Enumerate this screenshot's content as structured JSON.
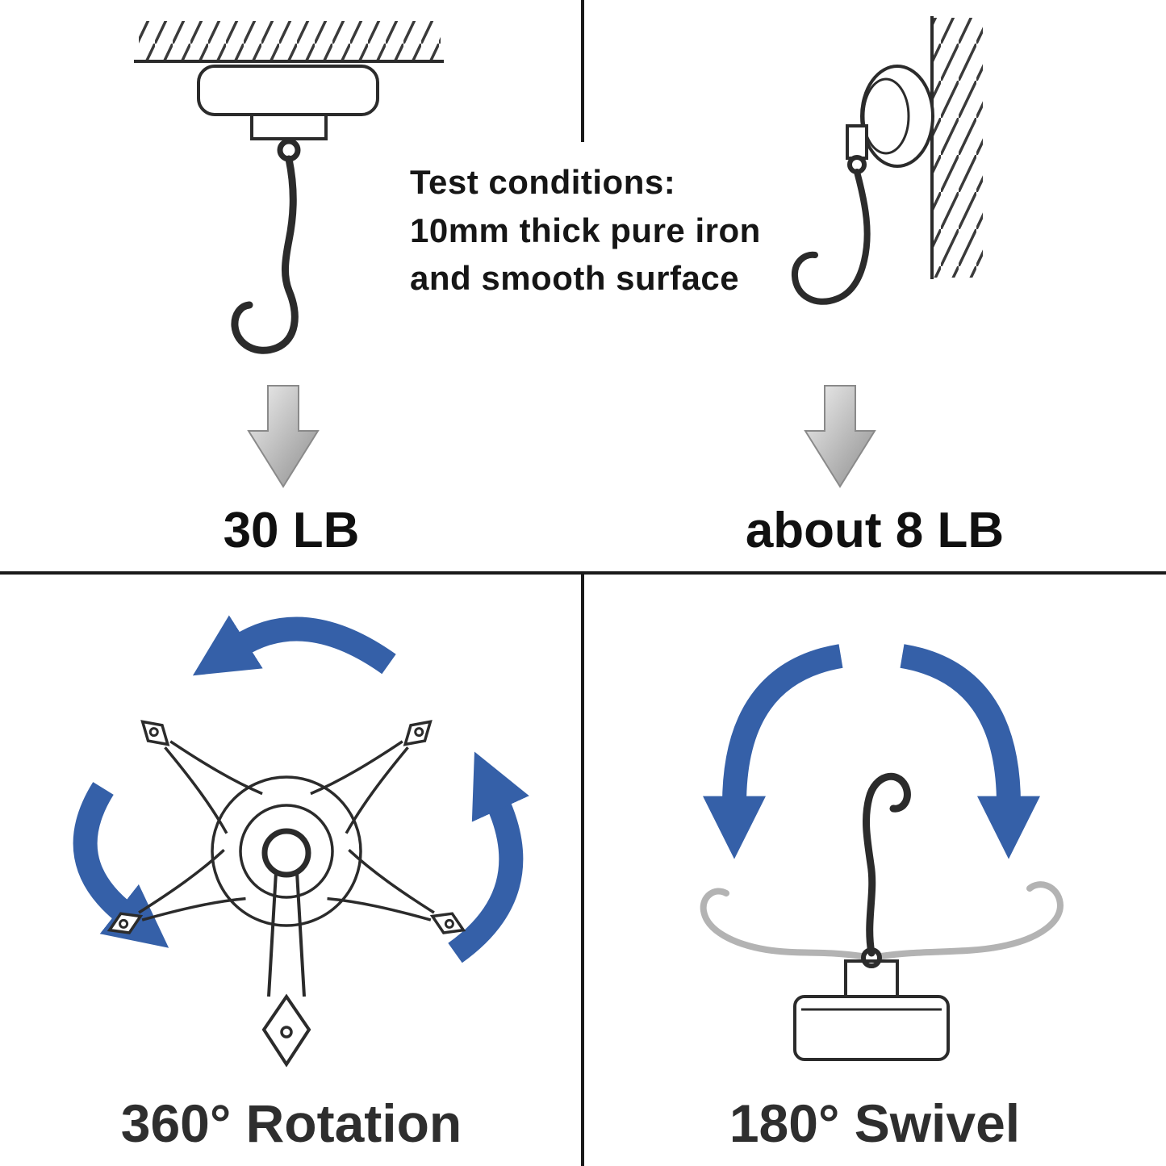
{
  "colors": {
    "accent_blue": "#3560a8",
    "ink": "#2b2b2b",
    "ghost_gray": "#b3b3b3"
  },
  "test_conditions": {
    "line1": "Test conditions:",
    "line2": "10mm thick pure iron",
    "line3": "and smooth surface"
  },
  "panels": {
    "ceiling_pull": {
      "caption": "30 LB",
      "illustration": "magnetic-hook-on-ceiling"
    },
    "wall_pull": {
      "caption": "about 8 LB",
      "illustration": "magnetic-hook-on-wall"
    },
    "rotation": {
      "caption": "360° Rotation",
      "illustration": "hook-rotating-360"
    },
    "swivel": {
      "caption": "180° Swivel",
      "illustration": "hook-swiveling-180"
    }
  },
  "icons": {
    "down_arrow": "down-arrow-icon",
    "rotation_arrows": "rotation-arrow-icon",
    "swivel_arc": "swivel-arc-arrow-icon"
  }
}
